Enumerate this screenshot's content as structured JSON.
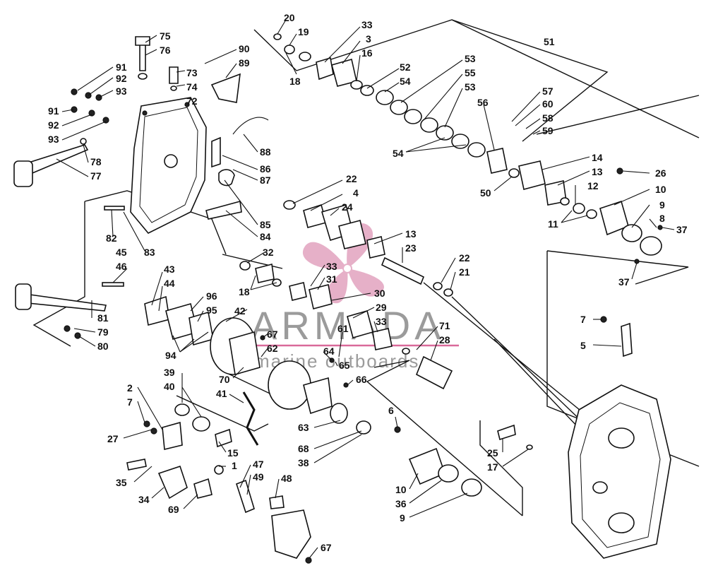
{
  "watermark": {
    "brand": "ARMADA",
    "tagline": "marine outboards",
    "colors": {
      "brand_gray": "#8a8a8a",
      "petal_pink": "#e2a3bf",
      "rule_pink": "#d96a9a"
    }
  },
  "callouts": {
    "c75": "75",
    "c76": "76",
    "c73": "73",
    "c74": "74",
    "c72": "72",
    "c91a": "91",
    "c92a": "92",
    "c93a": "93",
    "c91b": "91",
    "c92b": "92",
    "c93b": "93",
    "c78": "78",
    "c77": "77",
    "c90": "90",
    "c89": "89",
    "c88": "88",
    "c86": "86",
    "c87": "87",
    "c85": "85",
    "c84": "84",
    "c82": "82",
    "c83": "83",
    "c45": "45",
    "c46": "46",
    "c43": "43",
    "c44": "44",
    "c81": "81",
    "c79": "79",
    "c80": "80",
    "c20": "20",
    "c19": "19",
    "c18a": "18",
    "c33a": "33",
    "c3": "3",
    "c16": "16",
    "c51": "51",
    "c52": "52",
    "c54a": "54",
    "c53a": "53",
    "c55": "55",
    "c53b": "53",
    "c56": "56",
    "c54b": "54",
    "c57": "57",
    "c60": "60",
    "c58": "58",
    "c59": "59",
    "c50": "50",
    "c14": "14",
    "c13a": "13",
    "c12": "12",
    "c11": "11",
    "c26": "26",
    "c10a": "10",
    "c9a": "9",
    "c8": "8",
    "c37a": "37",
    "c37b": "37",
    "c22a": "22",
    "c4": "4",
    "c24": "24",
    "c13b": "13",
    "c23": "23",
    "c22b": "22",
    "c21": "21",
    "c32": "32",
    "c18b": "18",
    "c33b": "33",
    "c31": "31",
    "c30": "30",
    "c29": "29",
    "c33c": "33",
    "c42": "42",
    "c96": "96",
    "c95": "95",
    "c94": "94",
    "c67a": "67",
    "c62": "62",
    "c61": "61",
    "c71": "71",
    "c28": "28",
    "c64": "64",
    "c65": "65",
    "c66": "66",
    "c70": "70",
    "c39": "39",
    "c40": "40",
    "c41": "41",
    "c2": "2",
    "c7a": "7",
    "c27": "27",
    "c15": "15",
    "c1": "1",
    "c63": "63",
    "c68": "68",
    "c38": "38",
    "c6": "6",
    "c25": "25",
    "c17": "17",
    "c7b": "7",
    "c5": "5",
    "c47": "47",
    "c49": "49",
    "c48": "48",
    "c35": "35",
    "c34": "34",
    "c69": "69",
    "c10b": "10",
    "c36": "36",
    "c9b": "9",
    "c67b": "67"
  }
}
